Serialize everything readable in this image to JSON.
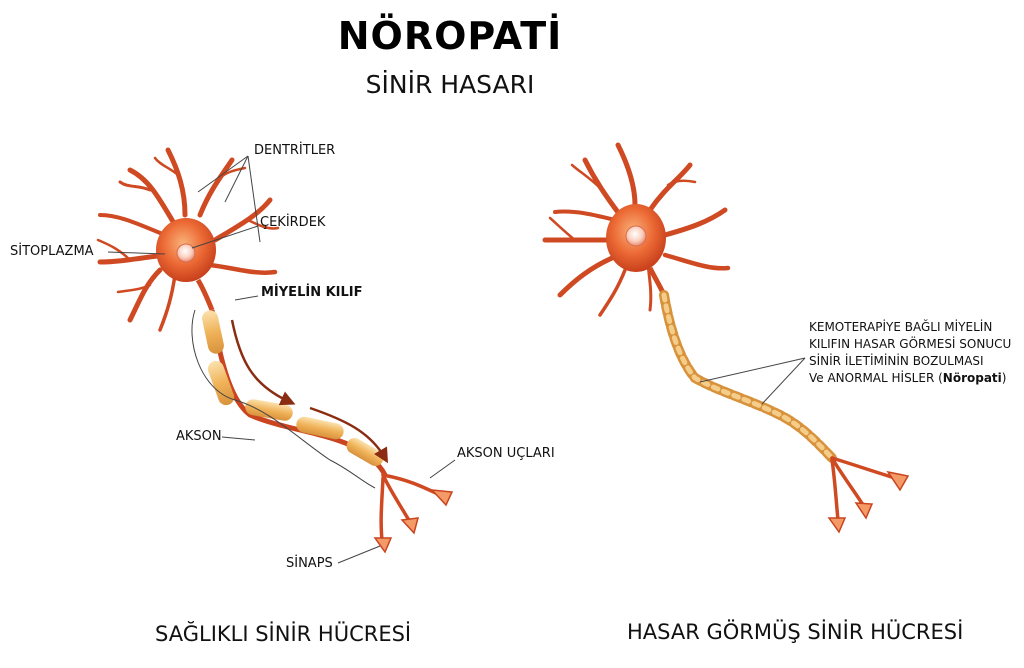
{
  "title": "NÖROPATİ",
  "subtitle": "SİNİR HASARI",
  "healthy": {
    "caption": "SAĞLIKLI SİNİR HÜCRESİ",
    "labels": {
      "dendrites": "DENTRİTLER",
      "nucleus": "ÇEKİRDEK",
      "cytoplasm": "SİTOPLAZMA",
      "myelin": "MİYELİN KILIF",
      "axon": "AKSON",
      "axon_terminals": "AKSON UÇLARI",
      "synapse": "SİNAPS"
    }
  },
  "damaged": {
    "caption": "HASAR GÖRMÜŞ SİNİR HÜCRESİ",
    "note": {
      "line1": "KEMOTERAPİYE BAĞLI MİYELİN",
      "line2": "KILIFIN HASAR GÖRMESİ SONUCU",
      "line3": "SİNİR İLETİMİNİN BOZULMASI",
      "line4_prefix": "Ve ANORMAL HİSLER (",
      "line4_bold": "Nöropati",
      "line4_suffix": ")"
    }
  },
  "colors": {
    "cell_body": "#e8522a",
    "cell_highlight": "#f7a060",
    "dendrite": "#c9441f",
    "myelin": "#f0b35a",
    "myelin_light": "#f8d79a",
    "arrow": "#8a2d12",
    "leader_line": "#444444"
  }
}
